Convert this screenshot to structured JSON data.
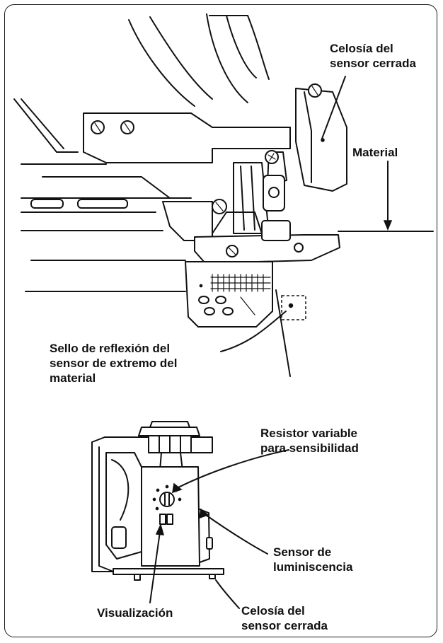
{
  "labels": {
    "top_shutter": "Celosía del\nsensor cerrada",
    "material": "Material",
    "reflection_seal": "Sello de reflexión del\nsensor de extremo del\nmaterial",
    "resistor": "Resistor variable\npara sensibilidad",
    "luminescence_sensor": "Sensor de\nluminiscencia",
    "display": "Visualización",
    "bottom_shutter": "Celosía del\nsensor cerrada"
  }
}
